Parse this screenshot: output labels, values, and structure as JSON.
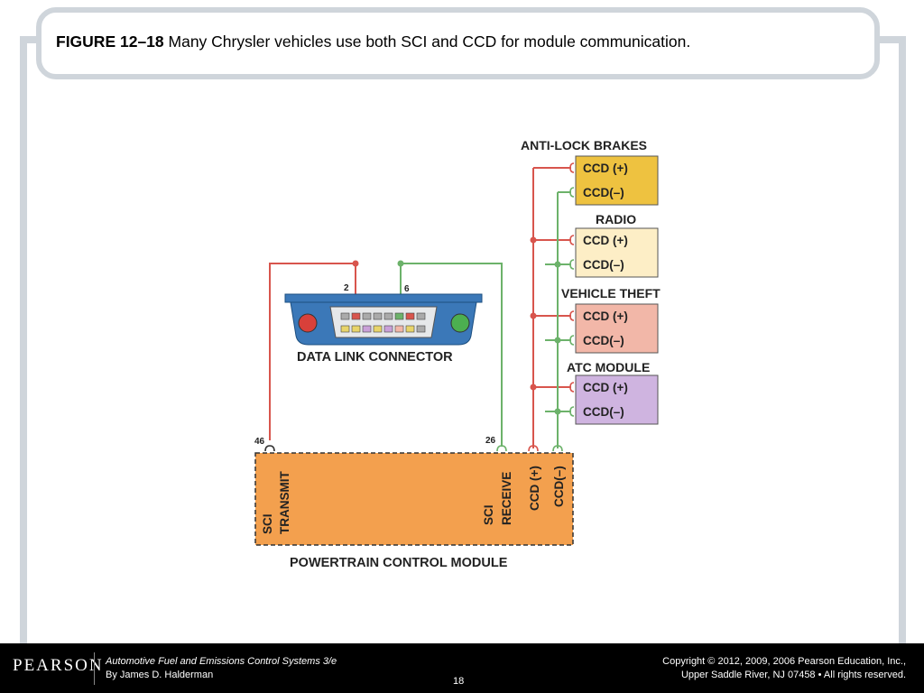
{
  "caption": {
    "label": "FIGURE 12–18",
    "text": " Many Chrysler vehicles use both SCI and CCD for module communication."
  },
  "diagram": {
    "data_link_connector": {
      "title": "DATA LINK CONNECTOR",
      "pin_left": "2",
      "pin_right": "6"
    },
    "pcm": {
      "title": "POWERTRAIN CONTROL MODULE",
      "sci_transmit_line1": "SCI",
      "sci_transmit_line2": "TRANSMIT",
      "sci_receive_line1": "SCI",
      "sci_receive_line2": "RECEIVE",
      "ccd_plus": "CCD (+)",
      "ccd_minus": "CCD(–)",
      "pin_transmit": "46",
      "pin_receive": "26"
    },
    "modules": [
      {
        "name": "ANTI-LOCK BRAKES",
        "line1": "CCD (+)",
        "line2": "CCD(–)",
        "color": "#eec240"
      },
      {
        "name": "RADIO",
        "line1": "CCD (+)",
        "line2": "CCD(–)",
        "color": "#fdeec6"
      },
      {
        "name": "VEHICLE THEFT",
        "line1": "CCD (+)",
        "line2": "CCD(–)",
        "color": "#f2b7a8"
      },
      {
        "name": "ATC MODULE",
        "line1": "CCD (+)",
        "line2": "CCD(–)",
        "color": "#cfb4e0"
      }
    ],
    "colors": {
      "red_wire": "#d8554d",
      "green_wire": "#6cb26a",
      "pcm_fill": "#f3a04e",
      "connector_blue": "#3b78b8"
    }
  },
  "footer": {
    "logo": "PEARSON",
    "book_title": "Automotive Fuel and Emissions Control Systems 3/e",
    "author": "By James D. Halderman",
    "copyright_line1": "Copyright © 2012, 2009, 2006 Pearson Education, Inc.,",
    "copyright_line2": "Upper Saddle River, NJ 07458 • All rights reserved.",
    "page_number": "18"
  }
}
